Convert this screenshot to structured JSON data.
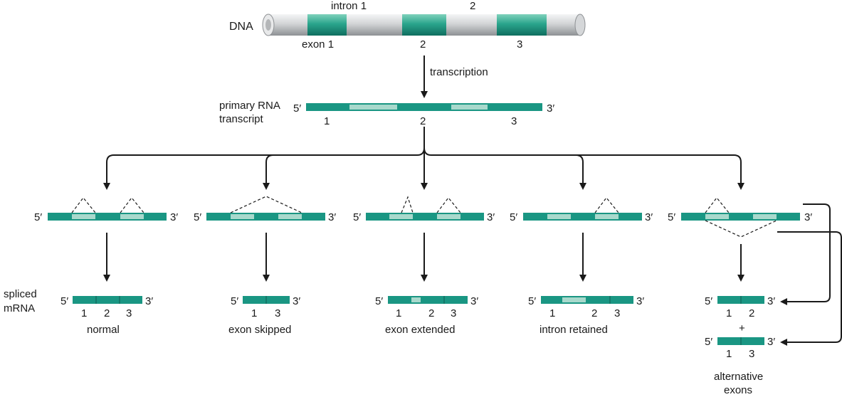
{
  "colors": {
    "exon": "#1a9683",
    "intron_rna": "#a8d9cc",
    "dna_grey": "#c9cbcd",
    "dna_exon": "#2aa58c",
    "arrow": "#1a1a1a"
  },
  "dna": {
    "label": "DNA",
    "top_labels": [
      "intron 1",
      "2"
    ],
    "bottom_labels": [
      "exon 1",
      "2",
      "3"
    ]
  },
  "transcription": {
    "label": "transcription"
  },
  "primary": {
    "label_line1": "primary RNA",
    "label_line2": "transcript",
    "five": "5′",
    "three": "3′",
    "exon_numbers": [
      "1",
      "2",
      "3"
    ]
  },
  "spliced_label": {
    "line1": "spliced",
    "line2": "mRNA"
  },
  "ends": {
    "five": "5′",
    "three": "3′"
  },
  "outcomes": [
    {
      "caption": "normal",
      "exons": [
        "1",
        "2",
        "3"
      ]
    },
    {
      "caption": "exon skipped",
      "exons": [
        "1",
        "3"
      ]
    },
    {
      "caption": "exon extended",
      "exons": [
        "1",
        "2",
        "3"
      ]
    },
    {
      "caption": "intron retained",
      "exons": [
        "1",
        "2",
        "3"
      ]
    },
    {
      "caption_line1": "alternative",
      "caption_line2": "exons",
      "plus": "+",
      "exons_a": [
        "1",
        "2"
      ],
      "exons_b": [
        "1",
        "3"
      ]
    }
  ]
}
